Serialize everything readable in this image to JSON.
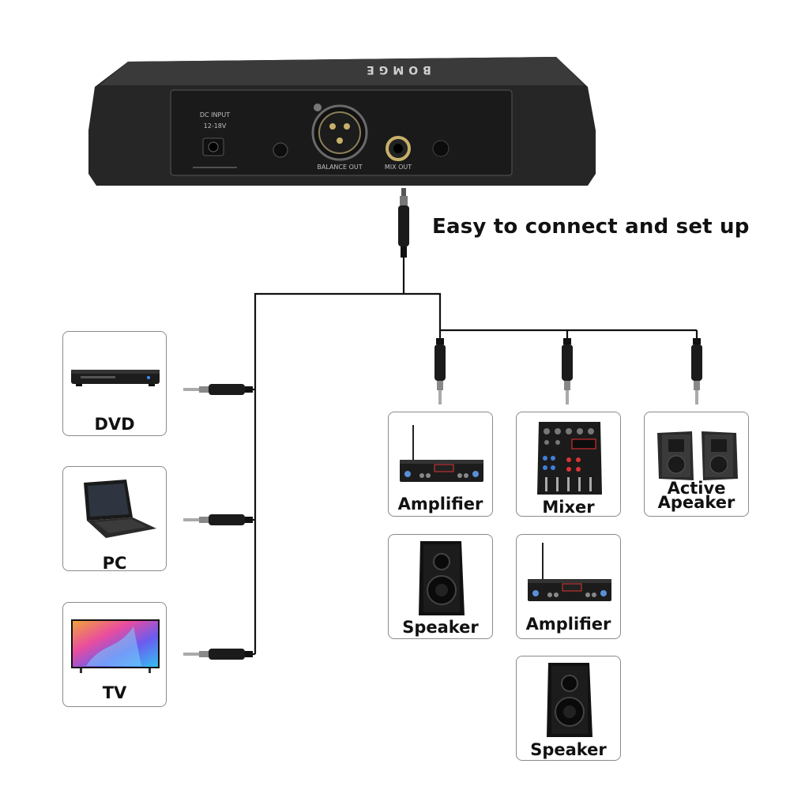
{
  "receiver": {
    "brand": "BOMGE",
    "dc_input": "DC INPUT",
    "voltage": "12-18V",
    "balance_out": "BALANCE OUT",
    "mix_out": "MIX OUT"
  },
  "headline": "Easy to connect and set up",
  "sources": [
    {
      "label": "DVD"
    },
    {
      "label": "PC"
    },
    {
      "label": "TV"
    }
  ],
  "outputs": [
    {
      "label": "Amplifier"
    },
    {
      "label": "Mixer"
    },
    {
      "label_line1": "Active",
      "label_line2": "Apeaker"
    },
    {
      "label": "Speaker"
    },
    {
      "label": "Amplifier"
    },
    {
      "label": "Speaker"
    }
  ]
}
